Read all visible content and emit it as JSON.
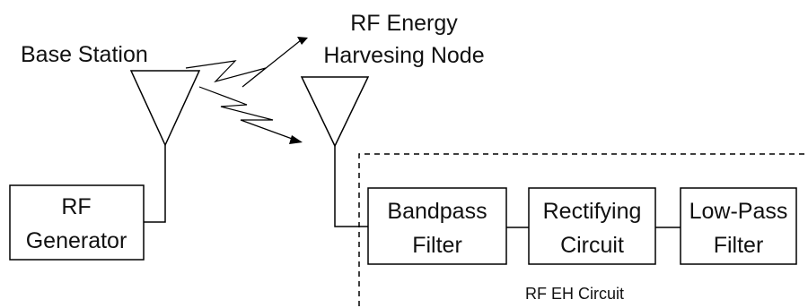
{
  "labels": {
    "base_station": "Base Station",
    "node_line1": "RF Energy",
    "node_line2": "Harvesing Node",
    "eh_circuit": "RF EH Circuit"
  },
  "blocks": {
    "generator": [
      "RF",
      "Generator"
    ],
    "bandpass": [
      "Bandpass",
      "Filter"
    ],
    "rectifying": [
      "Rectifying",
      "Circuit"
    ],
    "lowpass": [
      "Low-Pass",
      "Filter"
    ]
  }
}
